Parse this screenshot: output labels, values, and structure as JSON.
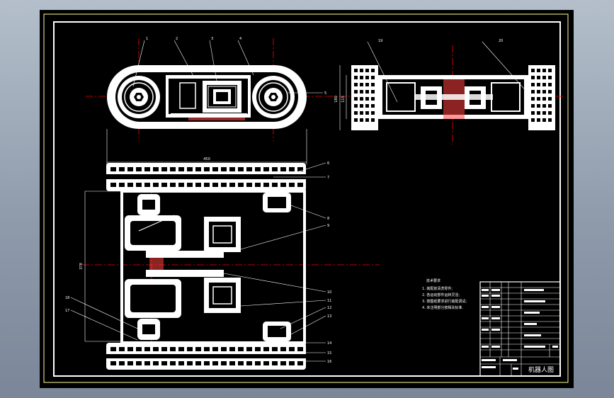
{
  "drawing": {
    "colors": {
      "background": "#000000",
      "lines": "#ffffff",
      "center_lines": "#ff0000",
      "frame": "#ffff99",
      "hatch": "#ff4040"
    },
    "top_view": {
      "dimension": "450",
      "callouts": [
        "1",
        "2",
        "3",
        "4",
        "5"
      ]
    },
    "side_view": {
      "callouts": [
        "19",
        "20"
      ],
      "dimensions": [
        "180",
        "115"
      ]
    },
    "plan_view": {
      "dimension": "378",
      "callouts_right": [
        "6",
        "7",
        "8",
        "9",
        "10",
        "11",
        "12",
        "13",
        "14",
        "15",
        "16"
      ],
      "callouts_left": [
        "18",
        "17"
      ]
    },
    "notes": {
      "title": "技术要求",
      "lines": [
        "1. 装配前清洗零件;",
        "2. 各运动部件运转灵活;",
        "3. 按图纸要求进行装配调试;",
        "4. 未注明部分按相关标准."
      ]
    },
    "title_block": {
      "title": "机器人图"
    }
  }
}
